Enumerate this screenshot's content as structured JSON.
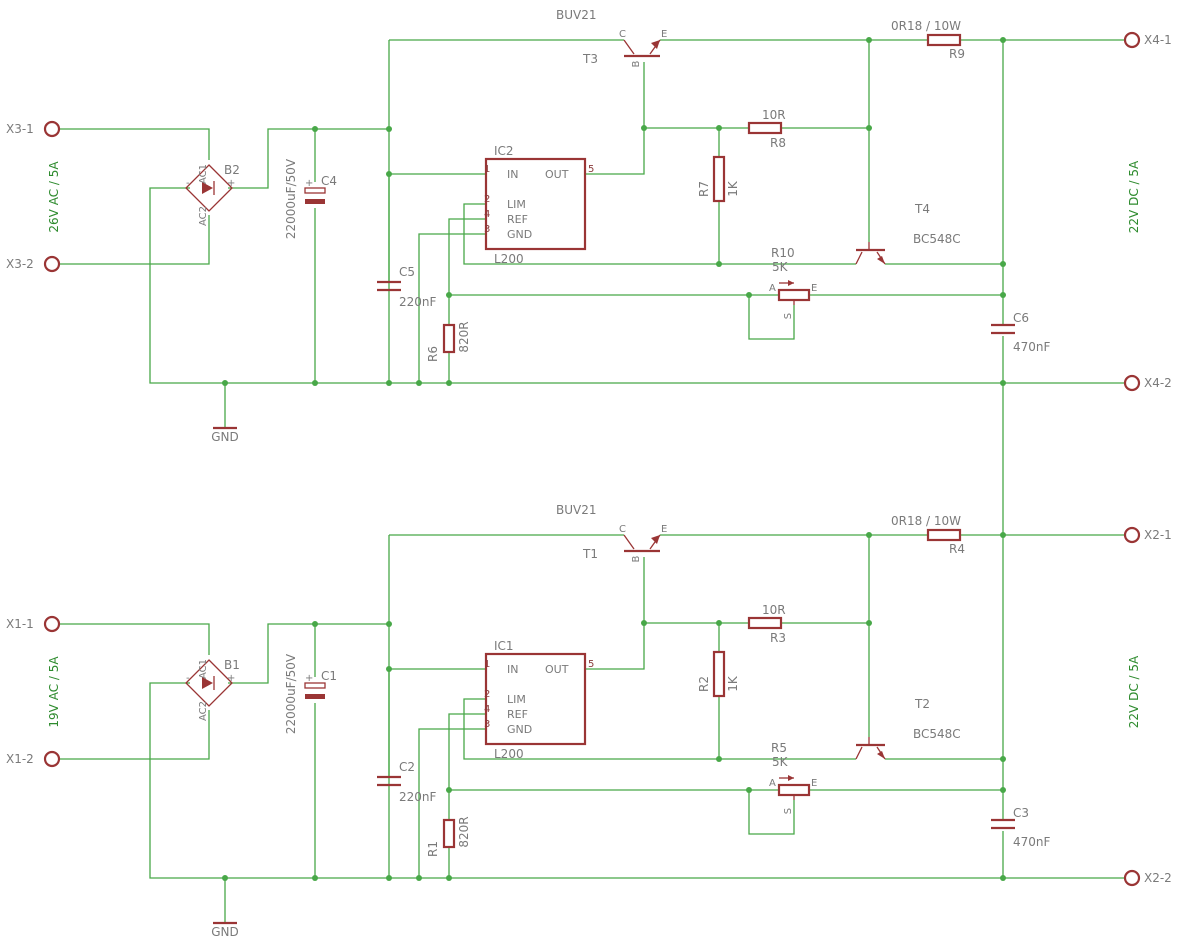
{
  "stages": [
    {
      "id": "upper",
      "input_terminal_1": "X3-1",
      "input_terminal_2": "X3-2",
      "input_rating": "26V AC / 5A",
      "bridge": "B2",
      "bridge_pin_ac1": "AC1",
      "bridge_pin_ac2": "AC2",
      "bridge_pin_minus": "-",
      "bridge_pin_plus": "+",
      "ground_label": "GND",
      "filter_cap_name": "C4",
      "filter_cap_value": "22000uF/50V",
      "input_cap_name": "C5",
      "input_cap_value": "220nF",
      "regulator_name": "IC2",
      "regulator_type": "L200",
      "reg_pin_in": "IN",
      "reg_pin_out": "OUT",
      "reg_pin_lim": "LIM",
      "reg_pin_ref": "REF",
      "reg_pin_gnd": "GND",
      "reg_pinnum_1": "1",
      "reg_pinnum_5": "5",
      "reg_pinnum_2": "2",
      "reg_pinnum_4": "4",
      "reg_pinnum_3": "3",
      "pass_transistor_name": "T3",
      "pass_transistor_type": "BUV21",
      "pass_pin_c": "C",
      "pass_pin_e": "E",
      "pass_pin_b": "B",
      "sense_resistor_name": "R9",
      "sense_resistor_value": "0R18 / 10W",
      "base_resistor_name": "R8",
      "base_resistor_value": "10R",
      "pull_resistor_name": "R7",
      "pull_resistor_value": "1K",
      "limit_transistor_name": "T4",
      "limit_transistor_type": "BC548C",
      "trim_name": "R10",
      "trim_value": "5K",
      "trim_pin_a": "A",
      "trim_pin_e": "E",
      "trim_pin_s": "S",
      "ref_resistor_name": "R6",
      "ref_resistor_value": "820R",
      "output_cap_name": "C6",
      "output_cap_value": "470nF",
      "output_rating": "22V DC / 5A",
      "output_terminal_1": "X4-1",
      "output_terminal_2": "X4-2"
    },
    {
      "id": "lower",
      "input_terminal_1": "X1-1",
      "input_terminal_2": "X1-2",
      "input_rating": "19V AC / 5A",
      "bridge": "B1",
      "bridge_pin_ac1": "AC1",
      "bridge_pin_ac2": "AC2",
      "bridge_pin_minus": "-",
      "bridge_pin_plus": "+",
      "ground_label": "GND",
      "filter_cap_name": "C1",
      "filter_cap_value": "22000uF/50V",
      "input_cap_name": "C2",
      "input_cap_value": "220nF",
      "regulator_name": "IC1",
      "regulator_type": "L200",
      "reg_pin_in": "IN",
      "reg_pin_out": "OUT",
      "reg_pin_lim": "LIM",
      "reg_pin_ref": "REF",
      "reg_pin_gnd": "GND",
      "reg_pinnum_1": "1",
      "reg_pinnum_5": "5",
      "reg_pinnum_2": "2",
      "reg_pinnum_4": "4",
      "reg_pinnum_3": "3",
      "pass_transistor_name": "T1",
      "pass_transistor_type": "BUV21",
      "pass_pin_c": "C",
      "pass_pin_e": "E",
      "pass_pin_b": "B",
      "sense_resistor_name": "R4",
      "sense_resistor_value": "0R18 / 10W",
      "base_resistor_name": "R3",
      "base_resistor_value": "10R",
      "pull_resistor_name": "R2",
      "pull_resistor_value": "1K",
      "limit_transistor_name": "T2",
      "limit_transistor_type": "BC548C",
      "trim_name": "R5",
      "trim_value": "5K",
      "trim_pin_a": "A",
      "trim_pin_e": "E",
      "trim_pin_s": "S",
      "ref_resistor_name": "R1",
      "ref_resistor_value": "820R",
      "output_cap_name": "C3",
      "output_cap_value": "470nF",
      "output_rating": "22V DC / 5A",
      "output_terminal_1": "X2-1",
      "output_terminal_2": "X2-2"
    }
  ],
  "colors": {
    "wire": "#48a848",
    "part": "#9a3535",
    "label": "#7a7a7a",
    "net_label": "#2e8b2e",
    "background": "#ffffff"
  }
}
